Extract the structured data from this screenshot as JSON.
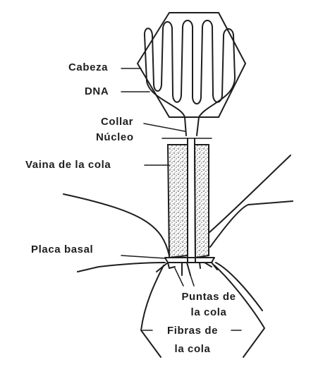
{
  "diagram": {
    "labels": {
      "cabeza": "Cabeza",
      "dna": "DNA",
      "collar": "Collar",
      "nucleo": "Núcleo",
      "vaina": "Vaina de la cola",
      "placa": "Placa basal",
      "puntas_1": "Puntas de",
      "puntas_2": "la cola",
      "fibras_1": "Fibras de",
      "fibras_2": "la cola"
    },
    "colors": {
      "ink": "#1e1e1e",
      "background": "#ffffff"
    }
  }
}
